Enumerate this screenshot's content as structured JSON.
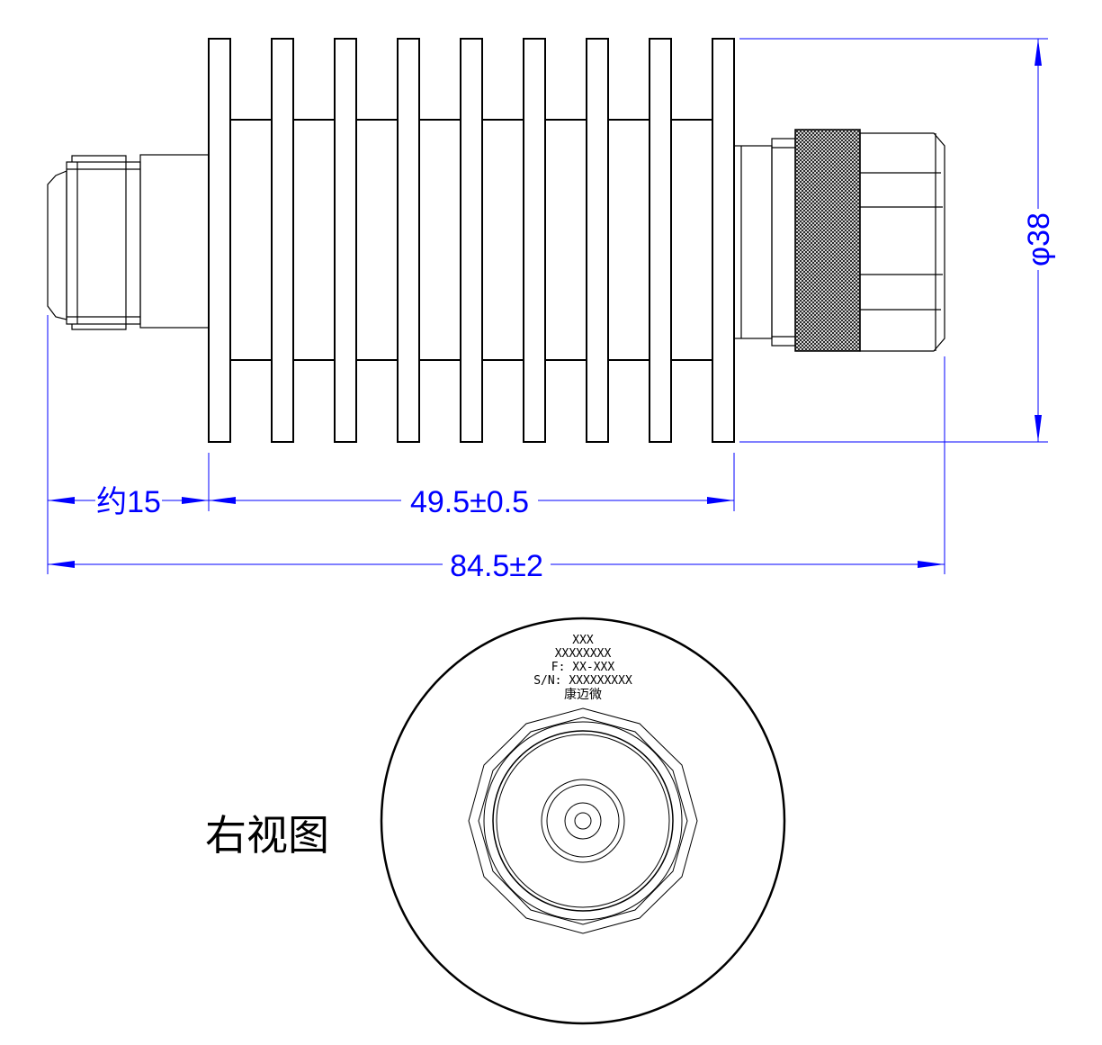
{
  "colors": {
    "outline": "#000000",
    "dimension": "#0000ff",
    "background": "#ffffff"
  },
  "dimensions": {
    "diameter": "φ38",
    "connector_length": "约15",
    "body_length": "49.5±0.5",
    "total_length": "84.5±2"
  },
  "right_view": {
    "title": "右视图",
    "markings": [
      "XXX",
      "XXXXXXXX",
      "F: XX-XXX",
      "S/N: XXXXXXXXX",
      "康迈微"
    ]
  },
  "components": {
    "fin_count": 9,
    "knurled_nut": "knurl-pattern",
    "connector": "hex-nut-icon"
  }
}
